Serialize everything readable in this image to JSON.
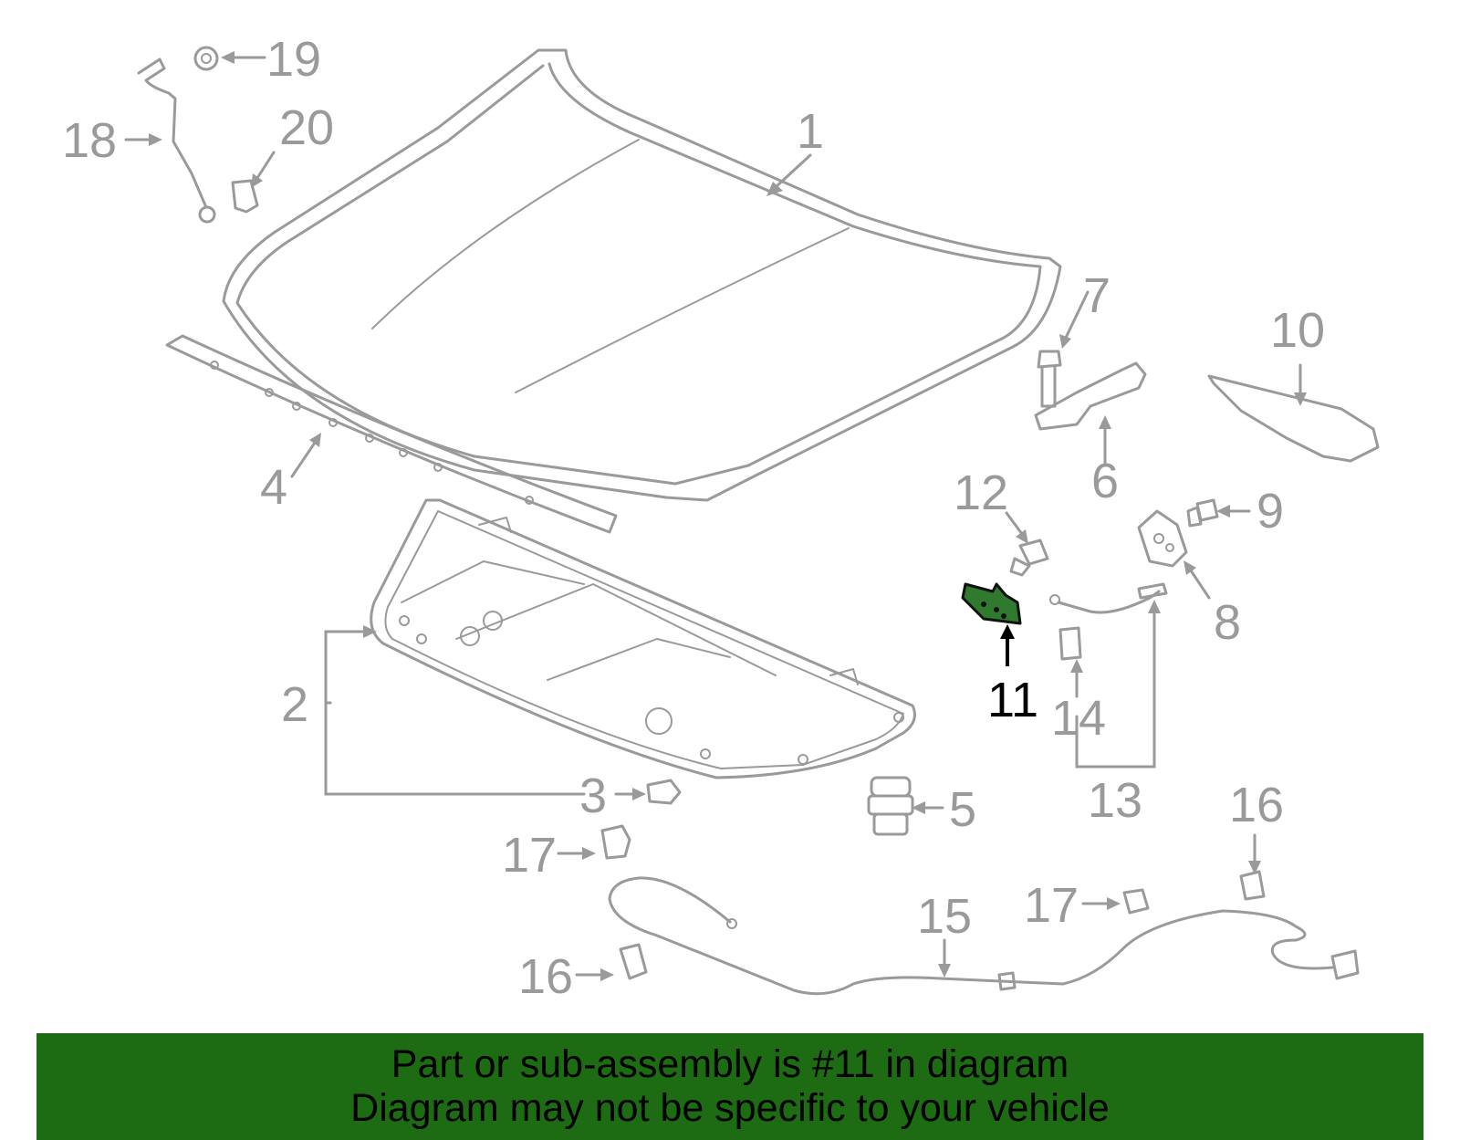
{
  "callouts": {
    "c1": "1",
    "c2": "2",
    "c3": "3",
    "c4": "4",
    "c5": "5",
    "c6": "6",
    "c7": "7",
    "c8": "8",
    "c9": "9",
    "c10": "10",
    "c11": "11",
    "c12": "12",
    "c13": "13",
    "c14": "14",
    "c15": "15",
    "c16a": "16",
    "c16b": "16",
    "c17a": "17",
    "c17b": "17",
    "c18": "18",
    "c19": "19",
    "c20": "20"
  },
  "highlight": {
    "part_number": "11",
    "color": "#2f7a2f"
  },
  "banner": {
    "line1": "Part or sub-assembly is #11 in diagram",
    "line2": "Diagram may not be specific to your vehicle",
    "background": "#1d6b12"
  },
  "colors": {
    "part_stroke": "#9a9a9a",
    "highlight_text": "#000000"
  }
}
